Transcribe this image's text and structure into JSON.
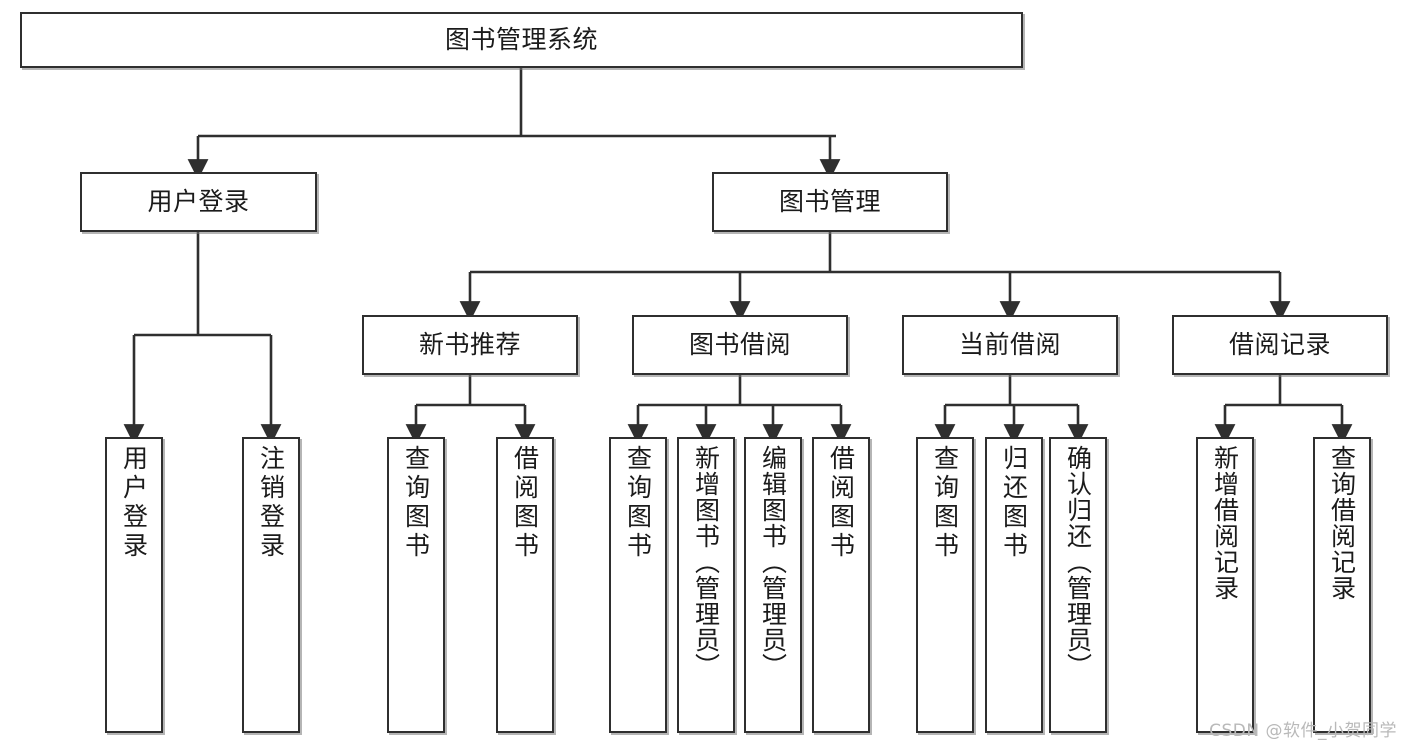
{
  "diagram": {
    "type": "tree",
    "title": "图书管理系统",
    "root": {
      "label": "图书管理系统"
    },
    "level2": [
      {
        "id": "user-login",
        "label": "用户登录"
      },
      {
        "id": "book-management",
        "label": "图书管理"
      }
    ],
    "level3": [
      {
        "id": "new-book-recommend",
        "label": "新书推荐",
        "parent": "book-management"
      },
      {
        "id": "book-borrow",
        "label": "图书借阅",
        "parent": "book-management"
      },
      {
        "id": "current-borrow",
        "label": "当前借阅",
        "parent": "book-management"
      },
      {
        "id": "borrow-record",
        "label": "借阅记录",
        "parent": "book-management"
      }
    ],
    "leaves": {
      "user-login": [
        {
          "id": "leaf-user-login",
          "label": "用户登录"
        },
        {
          "id": "leaf-logout-login",
          "label": "注销登录"
        }
      ],
      "new-book-recommend": [
        {
          "id": "leaf-query-book-1",
          "label": "查询图书"
        },
        {
          "id": "leaf-borrow-book-1",
          "label": "借阅图书"
        }
      ],
      "book-borrow": [
        {
          "id": "leaf-query-book-2",
          "label": "查询图书"
        },
        {
          "id": "leaf-add-book-admin",
          "label": "新增图书（管理员）"
        },
        {
          "id": "leaf-edit-book-admin",
          "label": "编辑图书（管理员）"
        },
        {
          "id": "leaf-borrow-book-2",
          "label": "借阅图书"
        }
      ],
      "current-borrow": [
        {
          "id": "leaf-query-book-3",
          "label": "查询图书"
        },
        {
          "id": "leaf-return-book",
          "label": "归还图书"
        },
        {
          "id": "leaf-confirm-return-admin",
          "label": "确认归还（管理员）"
        }
      ],
      "borrow-record": [
        {
          "id": "leaf-add-borrow-record",
          "label": "新增借阅记录"
        },
        {
          "id": "leaf-query-borrow-record",
          "label": "查询借阅记录"
        }
      ]
    }
  },
  "watermark": {
    "text": "CSDN @软件_小贺同学"
  },
  "colors": {
    "border": "#2f2f2f",
    "text": "#1b1b1b",
    "background": "#ffffff",
    "connector": "#2f2f2f",
    "watermark": "#b9b9b9"
  }
}
